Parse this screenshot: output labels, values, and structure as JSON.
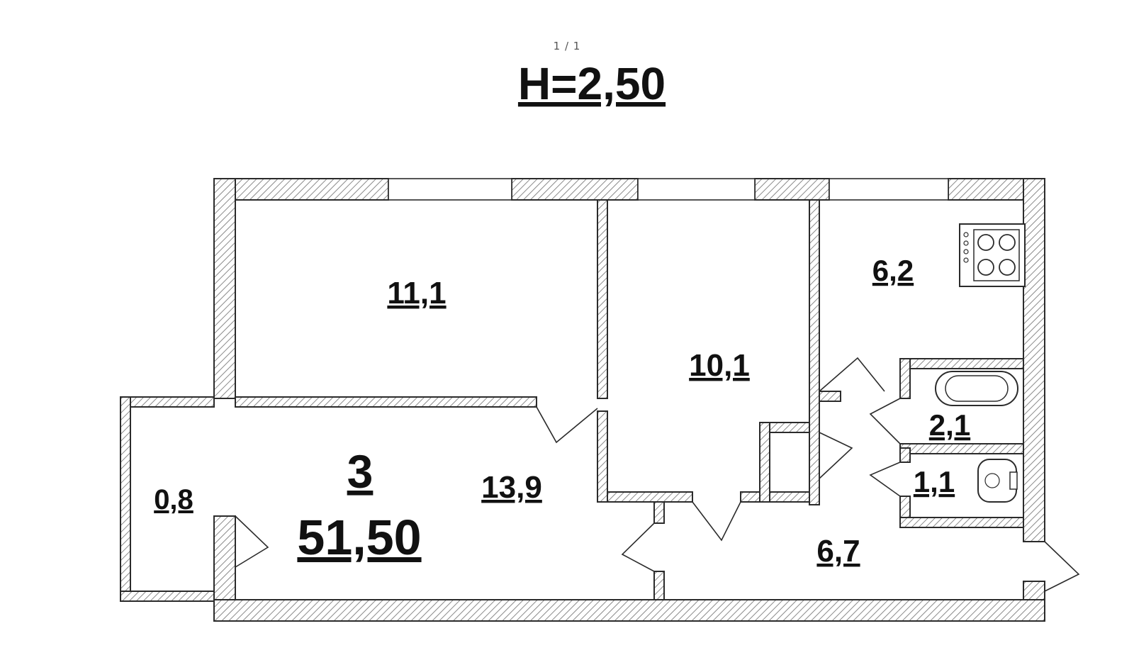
{
  "viewer": {
    "page_indicator": "1 / 1"
  },
  "plan": {
    "ceiling_height": "H=2,50",
    "rooms_count": "3",
    "total_area": "51,50",
    "rooms": {
      "room_large": "11,1",
      "room_middle": "10,1",
      "kitchen": "6,2",
      "living": "13,9",
      "balcony": "0,8",
      "bathroom": "2,1",
      "toilet": "1,1",
      "hallway": "6,7"
    }
  }
}
